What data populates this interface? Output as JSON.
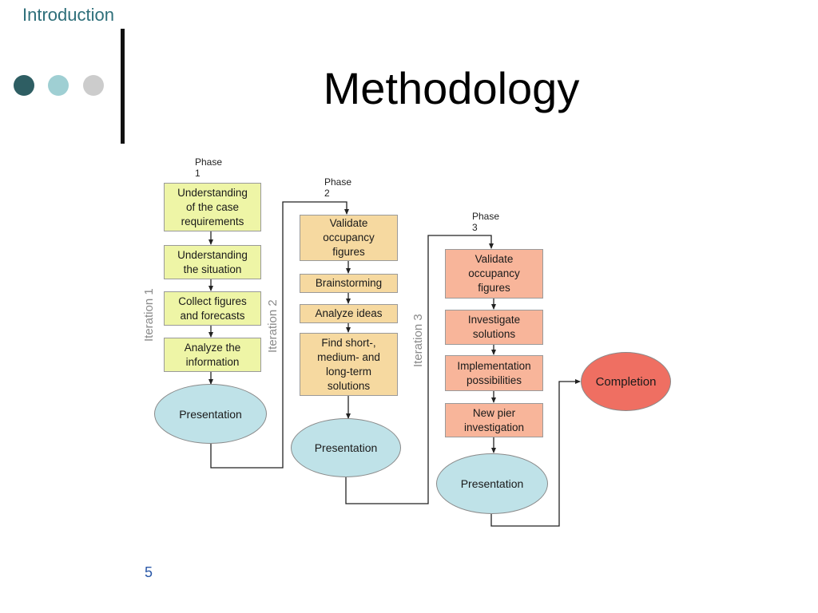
{
  "header": {
    "section_label": "Introduction",
    "title": "Methodology",
    "page_number": "5"
  },
  "colors": {
    "accent_dark": "#2e5e63",
    "accent_light": "#9fcfd3",
    "accent_gray": "#cccccc",
    "phase1_fill": "#eef5a6",
    "phase2_fill": "#f6d9a0",
    "phase3_fill": "#f8b59a",
    "presentation_fill": "#bfe2e8",
    "completion_fill": "#ef6f62"
  },
  "diagram": {
    "phases": [
      {
        "label": "Phase 1",
        "iteration": "Iteration 1",
        "steps": [
          "Understanding\nof the case\nrequirements",
          "Understanding\nthe situation",
          "Collect figures\nand forecasts",
          "Analyze the\ninformation"
        ],
        "end": "Presentation"
      },
      {
        "label": "Phase 2",
        "iteration": "Iteration 2",
        "steps": [
          "Validate\noccupancy\nfigures",
          "Brainstorming",
          "Analyze ideas",
          "Find short-,\nmedium- and\nlong-term\nsolutions"
        ],
        "end": "Presentation"
      },
      {
        "label": "Phase 3",
        "iteration": "Iteration 3",
        "steps": [
          "Validate\noccupancy\nfigures",
          "Investigate\nsolutions",
          "Implementation\npossibilities",
          "New pier\ninvestigation"
        ],
        "end": "Presentation"
      }
    ],
    "completion": "Completion"
  }
}
